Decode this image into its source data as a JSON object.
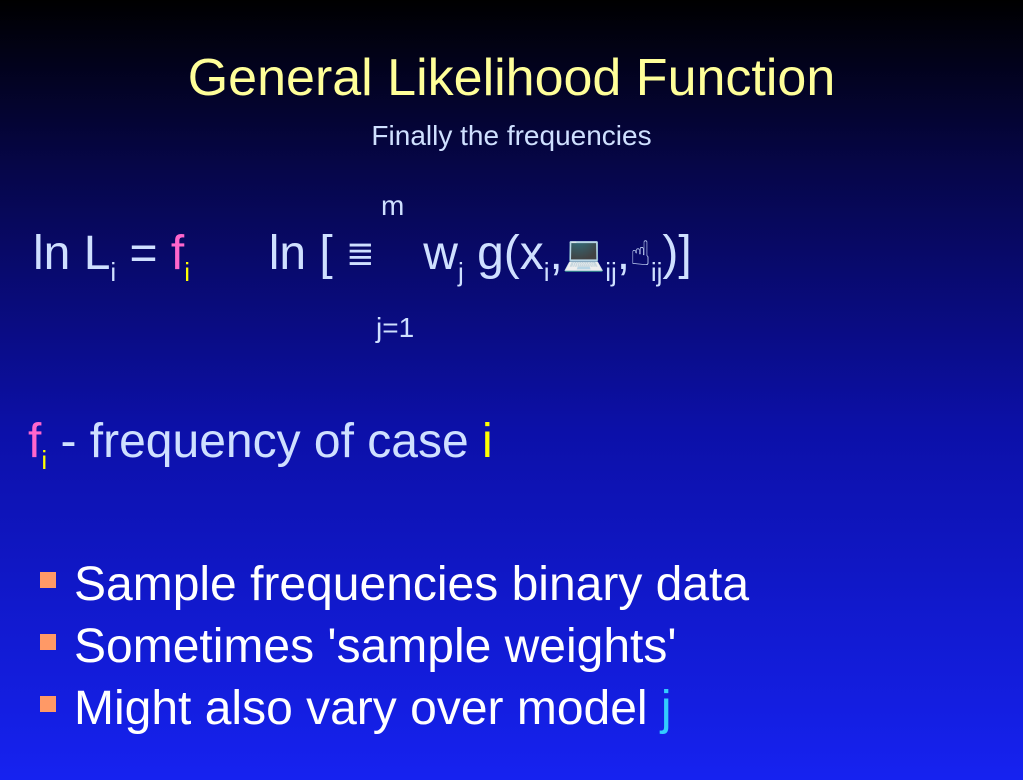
{
  "title": "General Likelihood Function",
  "subtitle": "Finally the frequencies",
  "formula": {
    "ln_L": "ln L",
    "sub_i": "i",
    "equals": "=",
    "f": "f",
    "f_sub": "i",
    "ln_bracket": "ln [",
    "sum_symbol": "≣",
    "sum_upper": "m",
    "sum_lower": "j=1",
    "w": "w",
    "w_sub": "j",
    "g_open": "g(x",
    "x_sub": "i",
    "comma1": ",",
    "param1_glyph": "💻",
    "param1_sub": "ij",
    "comma2": ",",
    "param2_glyph": "☝",
    "param2_sub": "ij",
    "close": ")]"
  },
  "definition": {
    "f": "f",
    "f_sub": "i",
    "text": " - frequency of case ",
    "i": "i"
  },
  "bullets": [
    {
      "text": "Sample frequencies binary data",
      "highlight": ""
    },
    {
      "text": "Sometimes 'sample weights'",
      "highlight": ""
    },
    {
      "text": "Might also vary over model ",
      "highlight": "j"
    }
  ]
}
